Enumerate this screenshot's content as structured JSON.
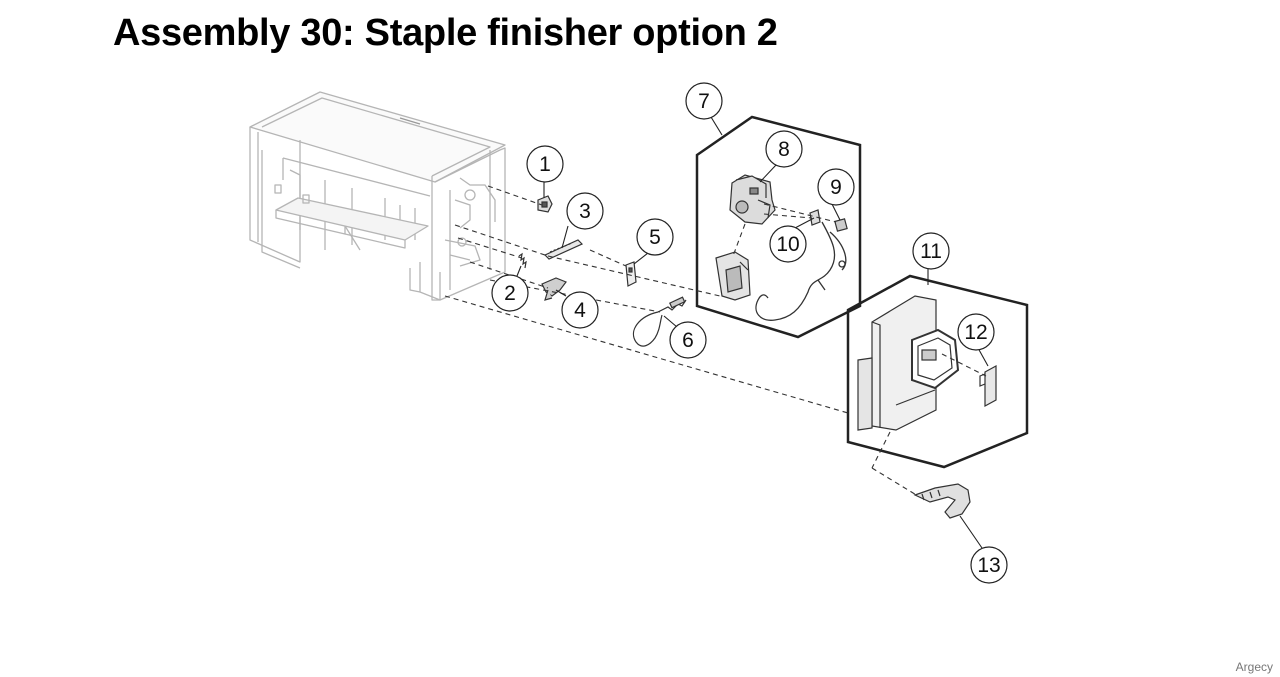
{
  "title": "Assembly 30: Staple finisher option 2",
  "watermark": "Argecy",
  "callouts": [
    "1",
    "2",
    "3",
    "4",
    "5",
    "6",
    "7",
    "8",
    "9",
    "10",
    "11",
    "12",
    "13"
  ]
}
